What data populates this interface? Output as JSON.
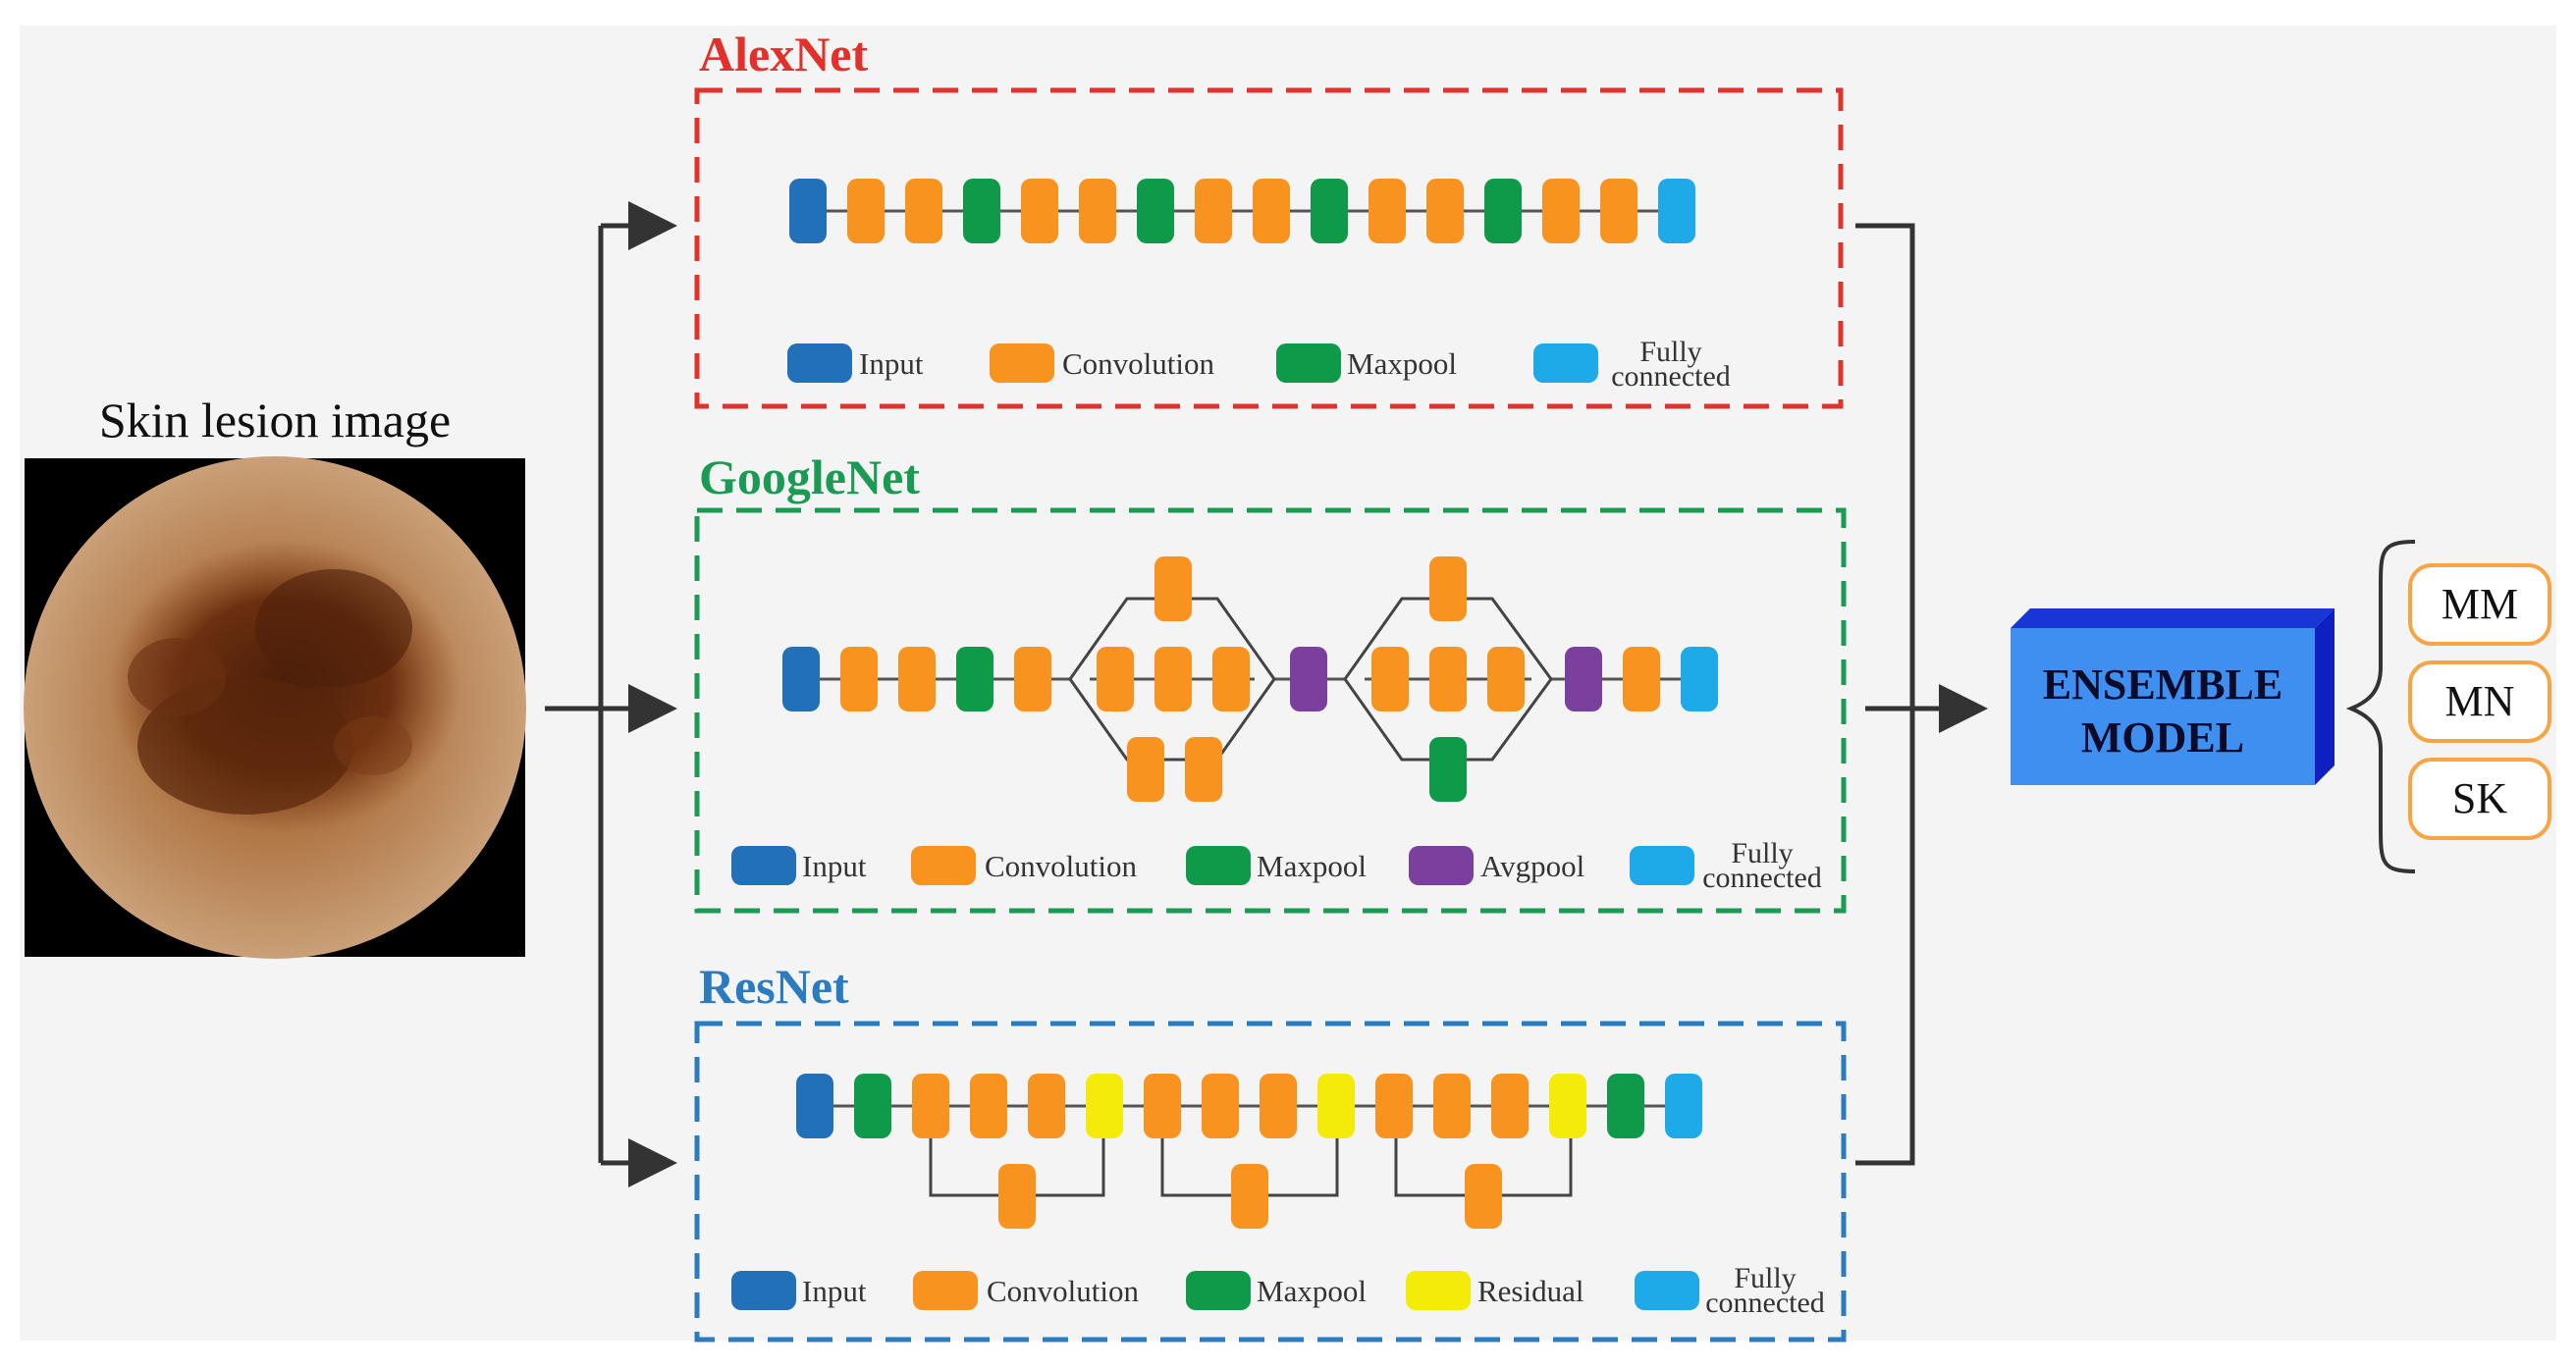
{
  "input": {
    "title": "Skin lesion image"
  },
  "colors": {
    "background": "#f4f4f4",
    "input": "#2271b8",
    "convolution": "#f7931e",
    "maxpool": "#0e9a48",
    "fully_connected": "#1ea9e8",
    "avgpool": "#7b3f9e",
    "residual": "#f5eb0a",
    "alexnet": "#e0312b",
    "googlenet": "#1a9a52",
    "resnet": "#2a7bc0",
    "ensemble_front": "#3f8ff0",
    "ensemble_top": "#1a35d6",
    "ensemble_side": "#1020c0",
    "output_border": "#f7a544"
  },
  "networks": {
    "alexnet": {
      "title": "AlexNet",
      "legend": [
        {
          "key": "input",
          "label": "Input"
        },
        {
          "key": "convolution",
          "label": "Convolution"
        },
        {
          "key": "maxpool",
          "label": "Maxpool"
        },
        {
          "key": "fully_connected",
          "label_line1": "Fully",
          "label_line2": "connected"
        }
      ]
    },
    "googlenet": {
      "title": "GoogleNet",
      "legend": [
        {
          "key": "input",
          "label": "Input"
        },
        {
          "key": "convolution",
          "label": "Convolution"
        },
        {
          "key": "maxpool",
          "label": "Maxpool"
        },
        {
          "key": "avgpool",
          "label": "Avgpool"
        },
        {
          "key": "fully_connected",
          "label_line1": "Fully",
          "label_line2": "connected"
        }
      ]
    },
    "resnet": {
      "title": "ResNet",
      "legend": [
        {
          "key": "input",
          "label": "Input"
        },
        {
          "key": "convolution",
          "label": "Convolution"
        },
        {
          "key": "maxpool",
          "label": "Maxpool"
        },
        {
          "key": "residual",
          "label": "Residual"
        },
        {
          "key": "fully_connected",
          "label_line1": "Fully",
          "label_line2": "connected"
        }
      ]
    }
  },
  "ensemble": {
    "line1": "ENSEMBLE",
    "line2": "MODEL"
  },
  "outputs": [
    "MM",
    "MN",
    "SK"
  ]
}
